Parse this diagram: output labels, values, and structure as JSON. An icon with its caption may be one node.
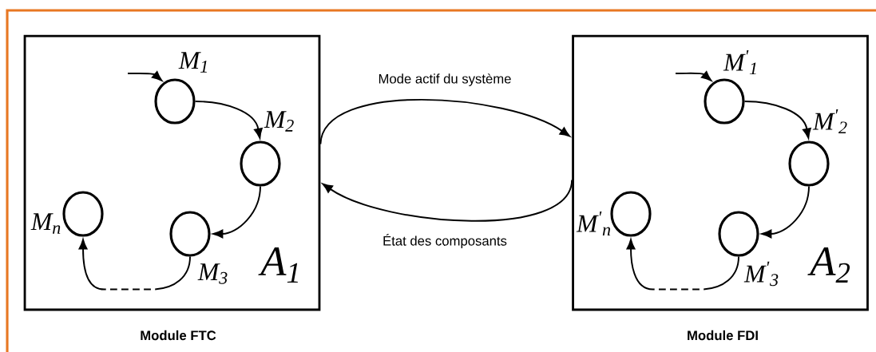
{
  "diagram": {
    "nodes": [
      {
        "text": [
          "A$_{1}$",
          "Module FTC"
        ]
      },
      {
        "text": [
          "M$_{1}$"
        ],
        "in": 0
      },
      {
        "text": [
          "M$_{2}$"
        ],
        "in": 0
      },
      {
        "text": [
          "M$_{3}$"
        ],
        "in": 0
      },
      {
        "text": [
          "M$_{n}$"
        ],
        "in": 0
      },
      {
        "text": [
          "A$_{2}$",
          "Module FDI"
        ]
      },
      {
        "text": [
          "M$^{'}$$_{1}$"
        ],
        "in": 5
      },
      {
        "text": [
          "M$^{'}$$_{2}$"
        ],
        "in": 5
      },
      {
        "text": [
          "M$^{'}$$_{3}$"
        ],
        "in": 5
      },
      {
        "text": [
          "M$^{'}$$_{n}$"
        ],
        "in": 5
      }
    ],
    "edges": [
      {
        "from": null,
        "to": 1,
        "arrow": "to"
      },
      {
        "from": 1,
        "to": 2,
        "arrow": "to"
      },
      {
        "from": 2,
        "to": 3,
        "arrow": "to"
      },
      {
        "from": 3,
        "to": 4,
        "arrow": "to",
        "style": "dashed"
      },
      {
        "from": null,
        "to": 6,
        "arrow": "to"
      },
      {
        "from": 6,
        "to": 7,
        "arrow": "to"
      },
      {
        "from": 7,
        "to": 8,
        "arrow": "to"
      },
      {
        "from": 8,
        "to": 9,
        "arrow": "to",
        "style": "dashed"
      },
      {
        "from": 0,
        "to": 5,
        "arrow": "to",
        "label": "Mode actif du système"
      },
      {
        "from": 5,
        "to": 0,
        "arrow": "to",
        "label": "État des composants"
      }
    ]
  }
}
